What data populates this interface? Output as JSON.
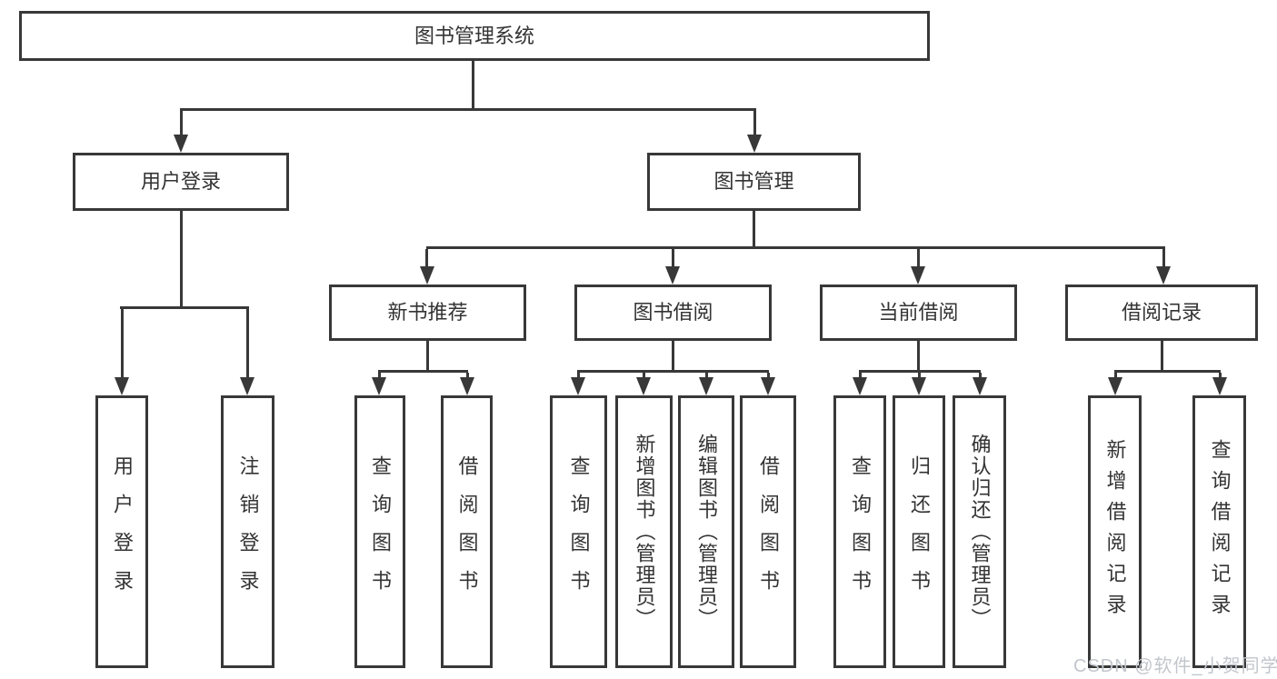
{
  "diagram": {
    "root": {
      "label": "图书管理系统"
    },
    "branches": [
      {
        "label": "用户登录",
        "children": [
          {
            "label": "用户登录"
          },
          {
            "label": "注销登录"
          }
        ]
      },
      {
        "label": "图书管理",
        "sections": [
          {
            "label": "新书推荐",
            "children": [
              {
                "label": "查询图书"
              },
              {
                "label": "借阅图书"
              }
            ]
          },
          {
            "label": "图书借阅",
            "children": [
              {
                "label": "查询图书"
              },
              {
                "label": "新增图书（管理员）"
              },
              {
                "label": "编辑图书（管理员）"
              },
              {
                "label": "借阅图书"
              }
            ]
          },
          {
            "label": "当前借阅",
            "children": [
              {
                "label": "查询图书"
              },
              {
                "label": "归还图书"
              },
              {
                "label": "确认归还（管理员）"
              }
            ]
          },
          {
            "label": "借阅记录",
            "children": [
              {
                "label": "新增借阅记录"
              },
              {
                "label": "查询借阅记录"
              }
            ]
          }
        ]
      }
    ]
  },
  "watermark": {
    "text": "CSDN @软件_小贺同学"
  },
  "colors": {
    "line": "#383838",
    "text": "#333333",
    "background": "#ffffff",
    "watermark": "#c2c6cc"
  }
}
